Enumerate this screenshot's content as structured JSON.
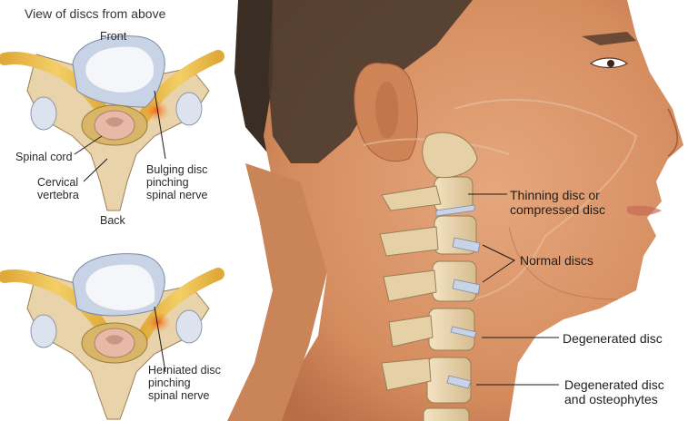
{
  "panel_left": {
    "title": "View of discs from above",
    "top_view": {
      "front_label": "Front",
      "back_label": "Back",
      "spinal_cord_label": "Spinal cord",
      "cervical_vertebra_label": "Cervical\nvertebra",
      "bulging_disc_label": "Bulging disc\npinching\nspinal nerve"
    },
    "bottom_view": {
      "herniated_disc_label": "Herniated disc\npinching\nspinal nerve"
    }
  },
  "panel_right": {
    "labels": {
      "thinning_disc": "Thinning disc or\ncompressed disc",
      "normal_discs": "Normal discs",
      "degenerated_disc": "Degenerated disc",
      "degenerated_osteophytes": "Degenerated disc\nand osteophytes"
    }
  },
  "colors": {
    "skin": "#d9956a",
    "skin_shadow": "#b86d45",
    "hair": "#3a2d24",
    "bone": "#ecd9b4",
    "bone_shadow": "#c9ad80",
    "disc": "#c8d3e6",
    "nerve": "#e8b94a",
    "inflamed": "#f07a1a",
    "cord": "#e8b9a6"
  }
}
